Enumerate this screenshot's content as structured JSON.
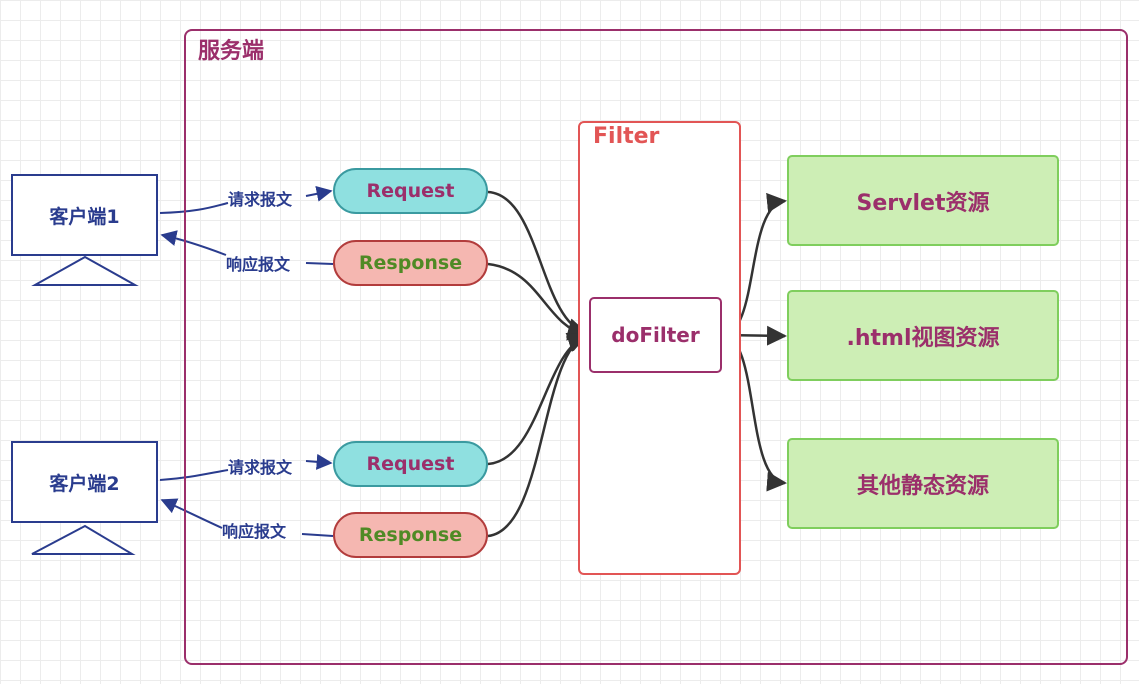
{
  "server": {
    "title": "服务端"
  },
  "clients": [
    {
      "name": "客户端1",
      "request_label": "请求报文",
      "response_label": "响应报文"
    },
    {
      "name": "客户端2",
      "request_label": "请求报文",
      "response_label": "响应报文"
    }
  ],
  "messages": {
    "request": "Request",
    "response": "Response"
  },
  "filter": {
    "title": "Filter",
    "method": "doFilter"
  },
  "resources": [
    "Servlet资源",
    ".html视图资源",
    "其他静态资源"
  ],
  "colors": {
    "server_border": "#9b2f6b",
    "client": "#2a3c8e",
    "request_fill": "#8fe0e0",
    "response_fill": "#f5b7b1",
    "filter_border": "#e25555",
    "resource_fill": "#cdeeb5",
    "resource_border": "#7fce5d"
  }
}
